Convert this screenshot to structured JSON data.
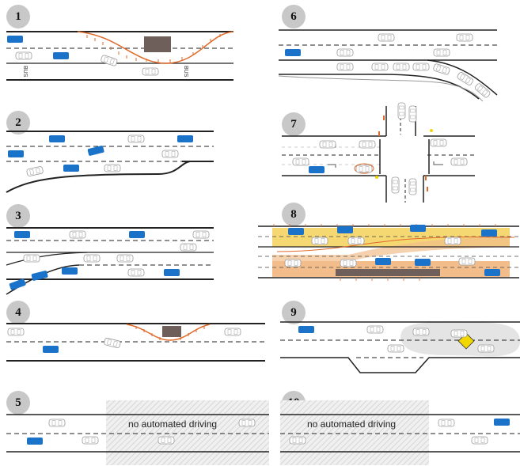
{
  "scenarios": [
    {
      "number": "1"
    },
    {
      "number": "2"
    },
    {
      "number": "3"
    },
    {
      "number": "4"
    },
    {
      "number": "5"
    },
    {
      "number": "6"
    },
    {
      "number": "7"
    },
    {
      "number": "8"
    },
    {
      "number": "9"
    },
    {
      "number": "10"
    }
  ],
  "labels": {
    "bus": "BUS",
    "no_automated_driving": "no automated driving"
  },
  "colors": {
    "automated_vehicle": "#1a73c8",
    "road_line": "#222222",
    "cone": "#e06a2a",
    "obstacle": "#6e5f5a",
    "lane_highlight_yellow": "#f6d872",
    "lane_highlight_orange": "#f2bd8a",
    "hatch_zone": "#e4e4e4",
    "badge": "#c8c8c8",
    "warning_sign": "#f2d600"
  }
}
